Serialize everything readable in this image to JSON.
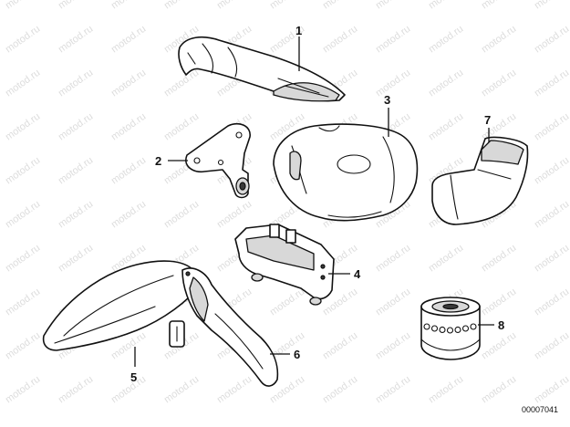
{
  "watermark": {
    "text": "motod.ru"
  },
  "callouts": [
    {
      "id": "1",
      "label": "1"
    },
    {
      "id": "2",
      "label": "2"
    },
    {
      "id": "3",
      "label": "3"
    },
    {
      "id": "4",
      "label": "4"
    },
    {
      "id": "5",
      "label": "5"
    },
    {
      "id": "6",
      "label": "6"
    },
    {
      "id": "7",
      "label": "7"
    },
    {
      "id": "8",
      "label": "8"
    }
  ],
  "diagram_code": "00007041"
}
